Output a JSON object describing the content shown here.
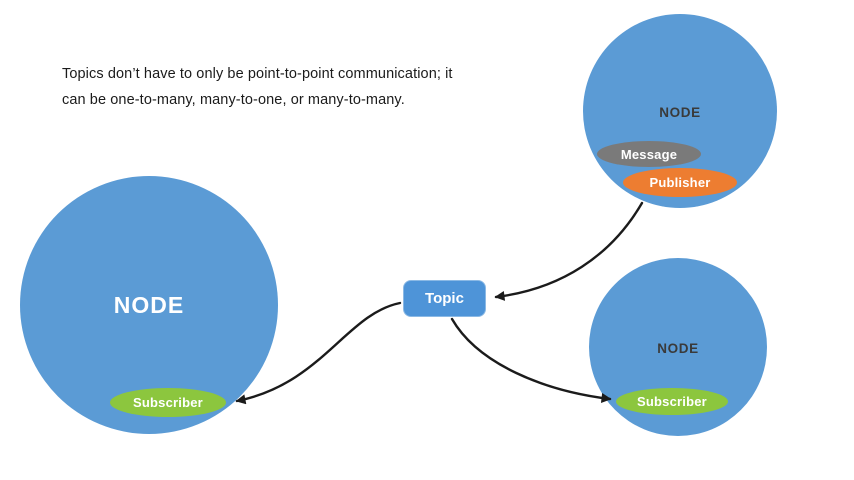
{
  "caption": {
    "line1": "Topics don’t have to only be point-to-point communication; it",
    "line2": "can be one-to-many, many-to-one, or many-to-many."
  },
  "topic": {
    "label": "Topic"
  },
  "nodes": {
    "left": {
      "label": "NODE",
      "badges": {
        "subscriber": "Subscriber"
      }
    },
    "top_right": {
      "label": "NODE",
      "badges": {
        "message": "Message",
        "publisher": "Publisher"
      }
    },
    "bottom_right": {
      "label": "NODE",
      "badges": {
        "subscriber": "Subscriber"
      }
    }
  },
  "arrows": [
    {
      "from": "Publisher",
      "to": "Topic"
    },
    {
      "from": "Topic",
      "to": "Subscriber (left node)"
    },
    {
      "from": "Topic",
      "to": "Subscriber (bottom-right node)"
    }
  ],
  "colors": {
    "node_blue": "#5b9bd5",
    "topic_blue": "#4e94d8",
    "subscriber_green": "#8cc63e",
    "publisher_orange": "#ed7d31",
    "message_gray": "#7a7a7a",
    "arrow": "#1b1b1b",
    "node_label_light": "#ffffff",
    "node_label_dark": "#3a3a3a"
  }
}
